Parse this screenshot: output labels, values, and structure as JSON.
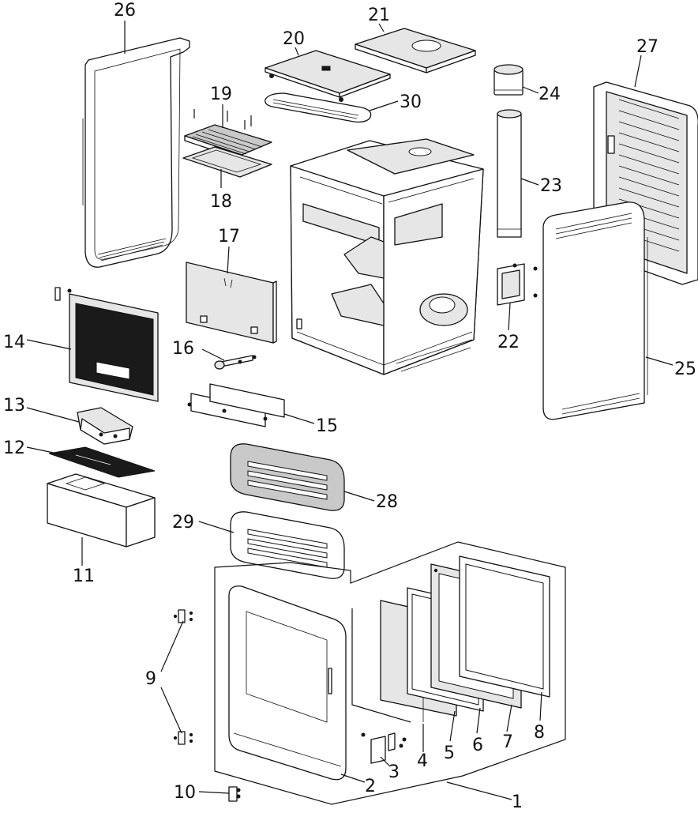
{
  "part_labels": {
    "p1": "1",
    "p2": "2",
    "p3": "3",
    "p4": "4",
    "p5": "5",
    "p6": "6",
    "p7": "7",
    "p8": "8",
    "p9": "9",
    "p10": "10",
    "p11": "11",
    "p12": "12",
    "p13": "13",
    "p14": "14",
    "p15": "15",
    "p16": "16",
    "p17": "17",
    "p18": "18",
    "p19": "19",
    "p20": "20",
    "p21": "21",
    "p22": "22",
    "p23": "23",
    "p24": "24",
    "p25": "25",
    "p26": "26",
    "p27": "27",
    "p28": "28",
    "p29": "29",
    "p30": "30"
  }
}
